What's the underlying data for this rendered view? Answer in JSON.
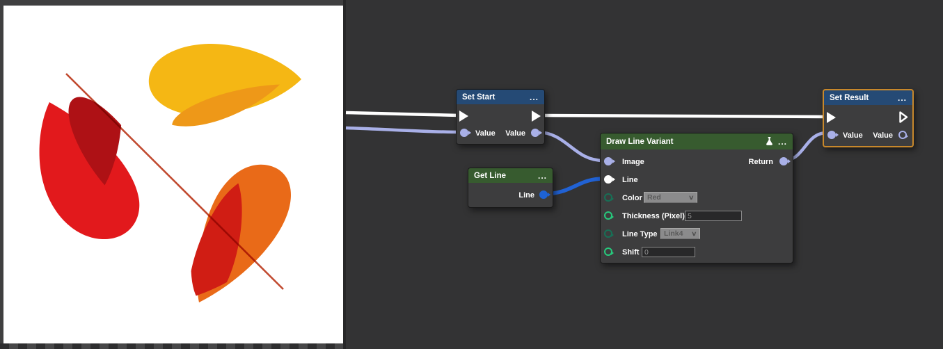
{
  "canvas": {
    "background": "#3f3f40",
    "image_background": "#ffffff",
    "colors": {
      "yellow": "#f5b714",
      "yellow_shadow": "#ee9818",
      "red": "#e2191c",
      "red_shadow": "#ae1115",
      "orange": "#e96a18",
      "orange_red": "#d01d14",
      "line": "#c14a30"
    }
  },
  "editor": {
    "background": "#333334",
    "header_blue": "#254a75",
    "header_green": "#375b2f",
    "selection_color": "#c8882b",
    "port_colors": {
      "value": "#a9b0e8",
      "exec": "#ffffff",
      "line_blue": "#1e63d6",
      "number_green": "#27c97c",
      "enum_teal": "#177056"
    },
    "wires": {
      "exec_color": "#ffffff",
      "value_color": "#a9b0e8",
      "line_color": "#2162d4"
    },
    "ui": {
      "menu_dots": "...",
      "dropdown_chevron": "∨"
    },
    "nodes": {
      "set_start": {
        "title": "Set Start",
        "left_value_label": "Value",
        "right_value_label": "Value"
      },
      "get_line": {
        "title": "Get Line",
        "line_label": "Line"
      },
      "draw_line_variant": {
        "title": "Draw Line Variant",
        "image_label": "Image",
        "line_label": "Line",
        "color_label": "Color",
        "color_value": "Red",
        "thickness_label": "Thickness (Pixel)",
        "thickness_value": "5",
        "line_type_label": "Line Type",
        "line_type_value": "Link4",
        "shift_label": "Shift",
        "shift_value": "0",
        "return_label": "Return"
      },
      "set_result": {
        "title": "Set Result",
        "left_value_label": "Value",
        "right_value_label": "Value"
      }
    }
  }
}
